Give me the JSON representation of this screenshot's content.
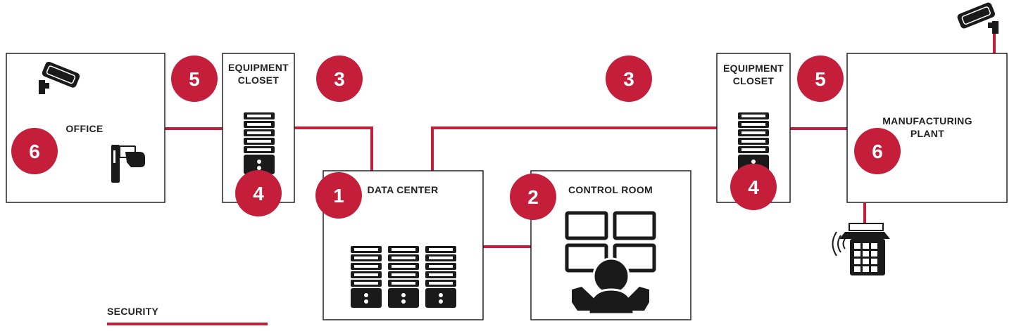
{
  "colors": {
    "accent": "#c41e3a",
    "stroke": "#222222",
    "icon": "#1a1a1a"
  },
  "zones": {
    "office": "OFFICE",
    "closet_left_line1": "EQUIPMENT",
    "closet_left_line2": "CLOSET",
    "data_center": "DATA CENTER",
    "control_room": "CONTROL ROOM",
    "closet_right_line1": "EQUIPMENT",
    "closet_right_line2": "CLOSET",
    "plant_line1": "MANUFACTURING",
    "plant_line2": "PLANT"
  },
  "badges": {
    "office": "6",
    "closet_left_outside": "5",
    "cable_left": "3",
    "closet_left": "4",
    "data_center": "1",
    "control_room": "2",
    "cable_right": "3",
    "closet_right": "4",
    "closet_right_outside": "5",
    "plant": "6"
  },
  "icons": {
    "office_camera": "security-camera-icon",
    "office_card_reader": "card-reader-icon",
    "plant_camera": "security-camera-icon",
    "plant_keypad": "wireless-keypad-icon",
    "server_rack": "server-rack-icon",
    "video_wall": "monitor-wall-icon",
    "operator": "operator-icon"
  },
  "legend": {
    "label": "SECURITY"
  }
}
